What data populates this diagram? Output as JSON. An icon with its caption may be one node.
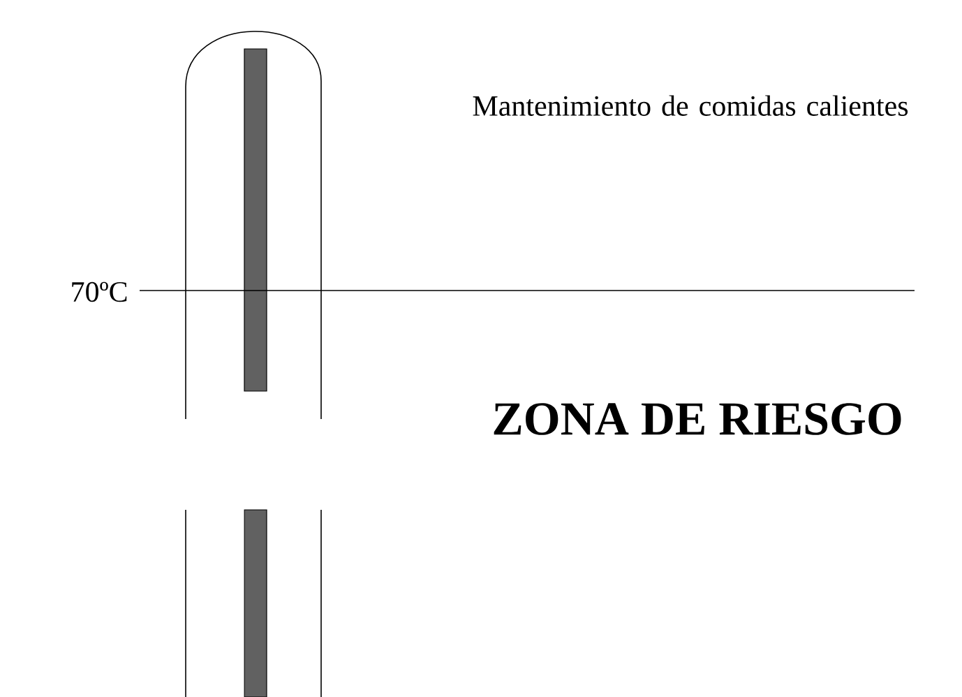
{
  "diagram": {
    "labels": [
      "Mantenimiento de comidas calientes",
      "70ºC",
      "ZONA DE RIESGO"
    ]
  }
}
